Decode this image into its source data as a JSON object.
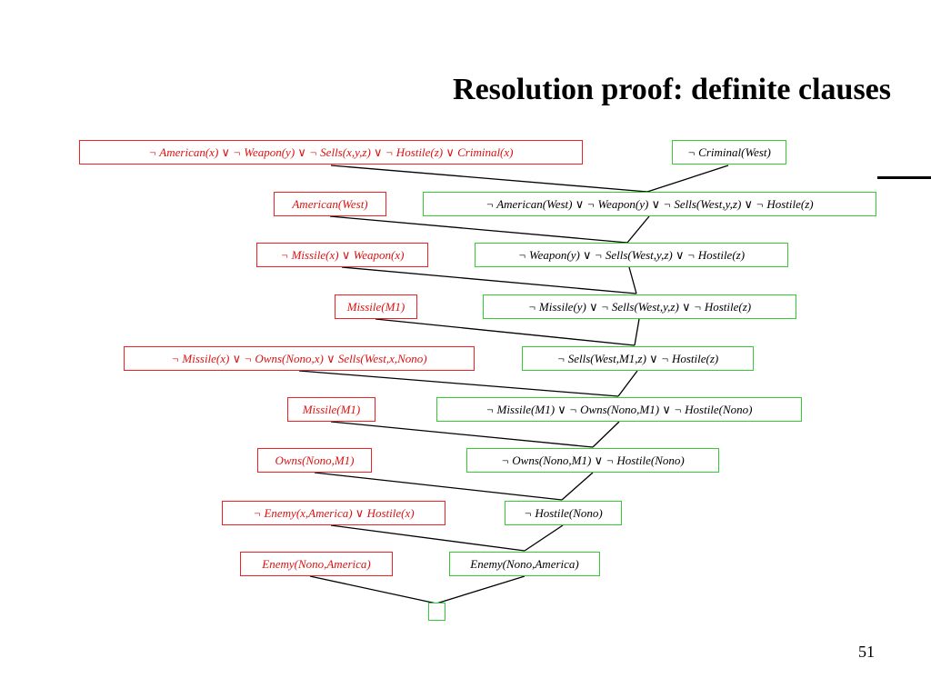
{
  "slide": {
    "title": "Resolution proof: definite clauses",
    "page_number": "51"
  },
  "proof": {
    "kb": [
      "¬ American(x)   ∨ ¬ Weapon(y)   ∨ ¬ Sells(x,y,z)    ∨ ¬ Hostile(z)    ∨  Criminal(x)",
      "American(West)",
      "¬ Missile(x)    ∨  Weapon(x)",
      "Missile(M1)",
      "¬ Missile(x)    ∨  ¬ Owns(Nono,x)    ∨  Sells(West,x,Nono)",
      "Missile(M1)",
      "Owns(Nono,M1)",
      "¬ Enemy(x,America)    ∨  Hostile(x)",
      "Enemy(Nono,America)"
    ],
    "resolvents": [
      "¬ Criminal(West)",
      "¬ American(West)    ∨ ¬ Weapon(y)    ∨ ¬ Sells(West,y,z)     ∨  ¬ Hostile(z)",
      "¬ Weapon(y)    ∨ ¬ Sells(West,y,z)     ∨  ¬ Hostile(z)",
      "¬ Missile(y)    ∨ ¬ Sells(West,y,z)     ∨  ¬ Hostile(z)",
      "¬ Sells(West,M1,z)     ∨  ¬ Hostile(z)",
      "¬ Missile(M1)    ∨  ¬ Owns(Nono,M1)    ∨  ¬ Hostile(Nono)",
      "¬ Owns(Nono,M1)     ∨  ¬ Hostile(Nono)",
      "¬ Hostile(Nono)",
      "Enemy(Nono,America)"
    ],
    "empty_clause": ""
  },
  "colors": {
    "kb_clause": "#ee2222",
    "resolvent_clause": "#33cc33",
    "edge": "#000000"
  }
}
